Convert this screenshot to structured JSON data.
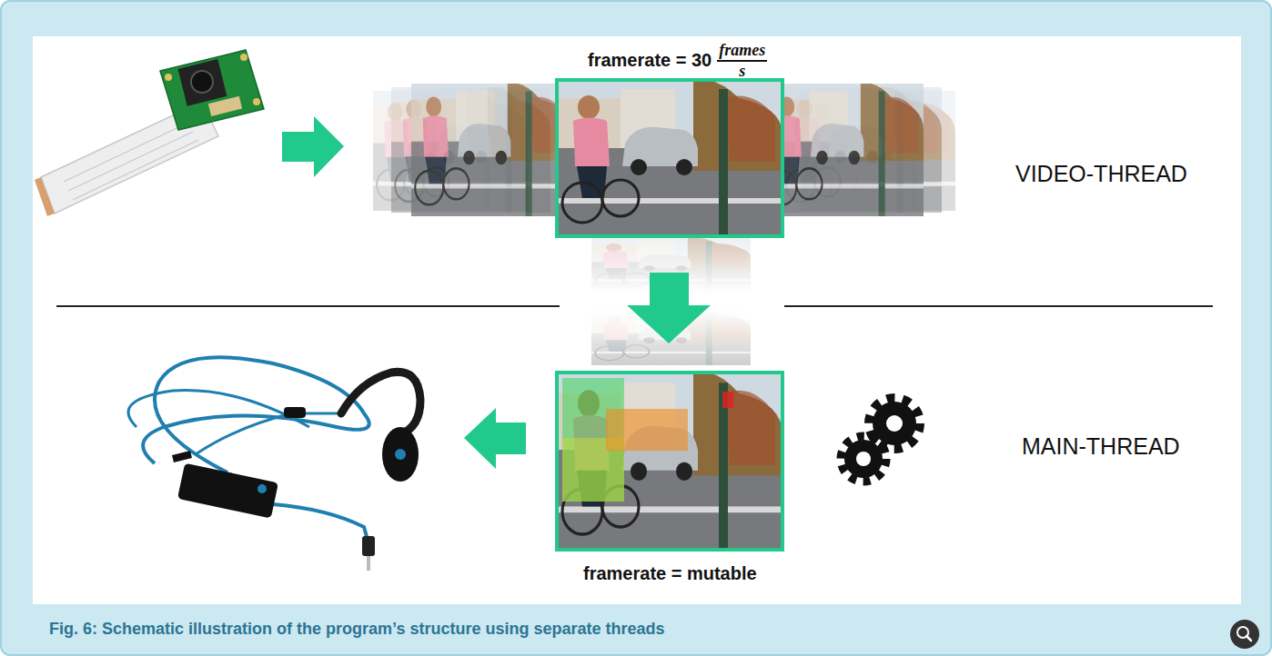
{
  "diagram": {
    "caption": "Fig. 6: Schematic illustration of the program’s structure using separate threads",
    "labels": [
      "framerate = 30",
      "frames",
      "s",
      "VIDEO-THREAD",
      "MAIN-THREAD",
      "framerate = mutable"
    ]
  }
}
